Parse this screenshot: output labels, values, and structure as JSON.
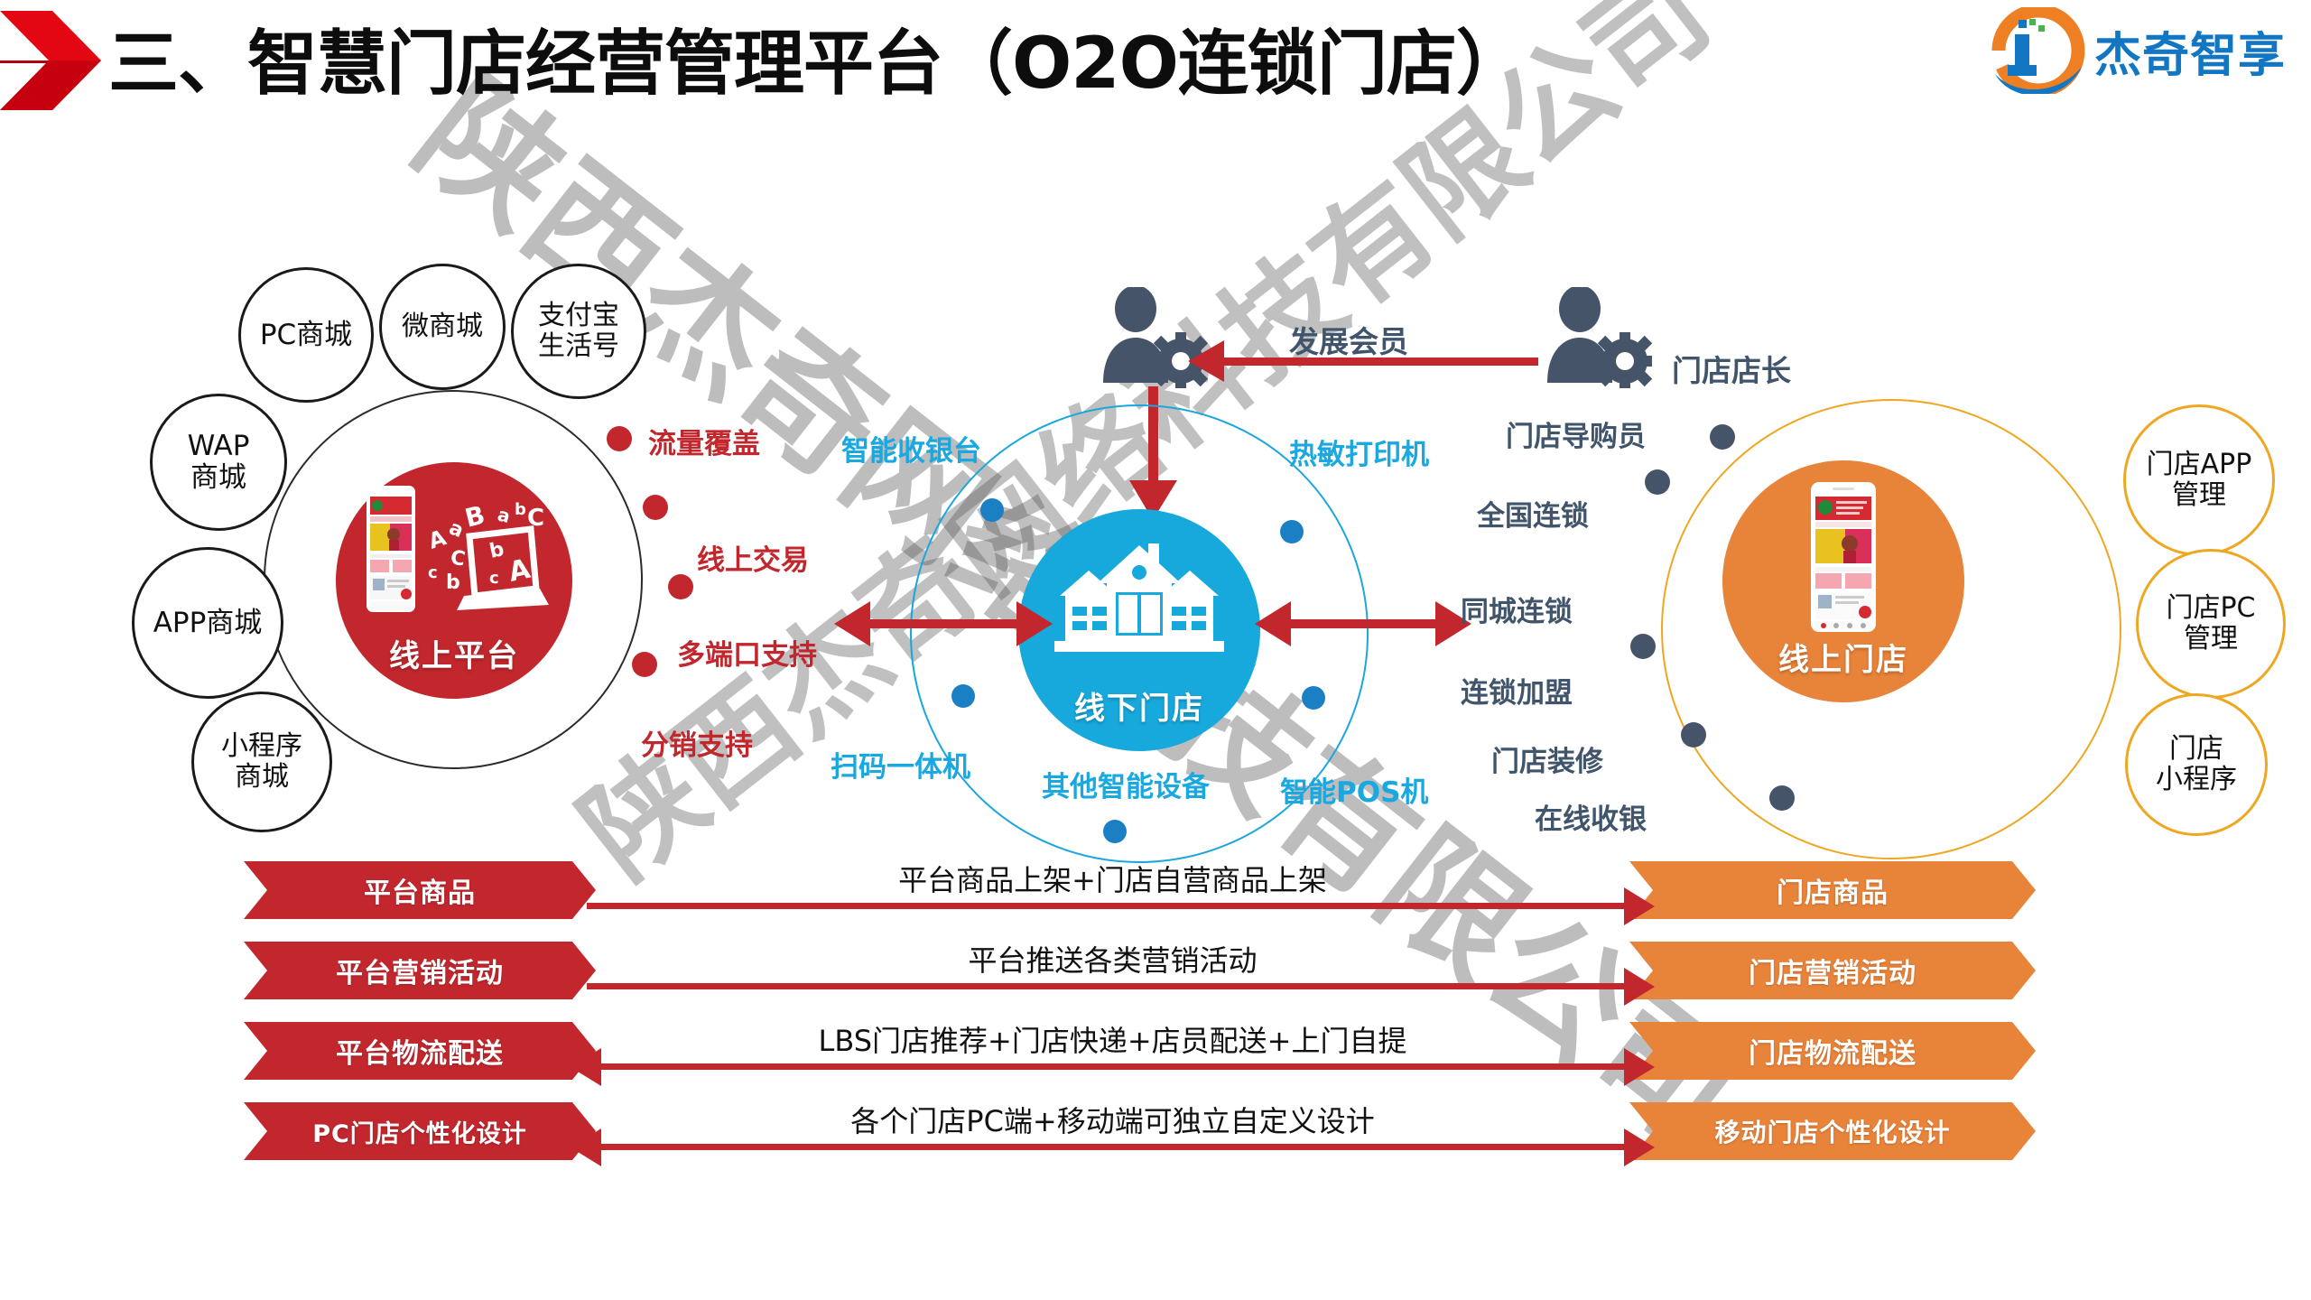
{
  "header": {
    "title": "三、智慧门店经营管理平台（O2O连锁门店）",
    "logo_text": "杰奇智享",
    "logo_icon": "company-logo-icon",
    "arrow_icon": "red-chevron-arrow-icon"
  },
  "watermark": {
    "line1": "陕西杰奇网络科技有限公司",
    "line2": "陕西杰奇网络科技有限公司"
  },
  "colors": {
    "red": "#c1272d",
    "orange": "#e8833a",
    "blue": "#17a8dc",
    "gold": "#efa722",
    "navy": "#40546b",
    "logo_blue": "#1276c3",
    "logo_orange": "#ee7f22"
  },
  "left_cluster": {
    "core_label": "线上平台",
    "core_icon": "phone-and-laptop-icon",
    "channels": [
      {
        "label": "PC商城"
      },
      {
        "label": "微商城"
      },
      {
        "label": "支付宝\n生活号"
      },
      {
        "label": "WAP\n商城"
      },
      {
        "label": "APP商城"
      },
      {
        "label": "小程序\n商城"
      }
    ],
    "features": [
      {
        "label": "流量覆盖"
      },
      {
        "label": "线上交易"
      },
      {
        "label": "多端口支持"
      },
      {
        "label": "分销支持"
      }
    ]
  },
  "center_cluster": {
    "core_label": "线下门店",
    "core_icon": "storefront-house-icon",
    "devices": [
      {
        "label": "智能收银台"
      },
      {
        "label": "热敏打印机"
      },
      {
        "label": "扫码一体机"
      },
      {
        "label": "其他智能设备"
      },
      {
        "label": "智能POS机"
      }
    ],
    "top_person_icon": "member-person-gear-icon",
    "top_arrow_label": "发展会员"
  },
  "right_cluster": {
    "core_label": "线上门店",
    "core_icon": "store-mobile-app-icon",
    "manager_icon": "store-manager-person-gear-icon",
    "manager_label": "门店店长",
    "roles": [
      {
        "label": "门店导购员"
      },
      {
        "label": "全国连锁"
      },
      {
        "label": "同城连锁"
      },
      {
        "label": "连锁加盟"
      },
      {
        "label": "门店装修"
      },
      {
        "label": "在线收银"
      }
    ],
    "channels": [
      {
        "label": "门店APP\n管理"
      },
      {
        "label": "门店PC\n管理"
      },
      {
        "label": "门店\n小程序"
      }
    ]
  },
  "flow_rows": [
    {
      "left": "平台商品",
      "middle": "平台商品上架+门店自营商品上架",
      "right": "门店商品",
      "direction": "right"
    },
    {
      "left": "平台营销活动",
      "middle": "平台推送各类营销活动",
      "right": "门店营销活动",
      "direction": "right"
    },
    {
      "left": "平台物流配送",
      "middle": "LBS门店推荐+门店快递+店员配送+上门自提",
      "right": "门店物流配送",
      "direction": "both"
    },
    {
      "left": "PC门店个性化设计",
      "middle": "各个门店PC端+移动端可独立自定义设计",
      "right": "移动门店个性化设计",
      "direction": "both"
    }
  ]
}
